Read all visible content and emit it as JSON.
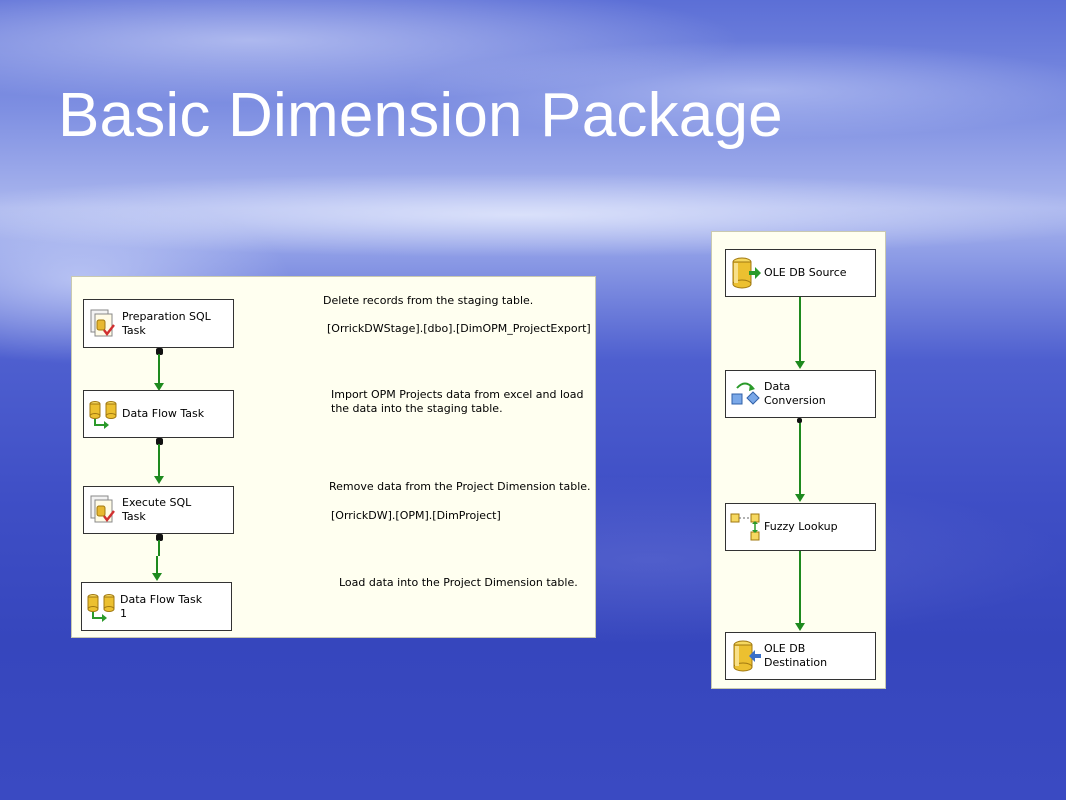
{
  "slide": {
    "title": "Basic Dimension Package"
  },
  "control_flow": {
    "tasks": [
      {
        "label": "Preparation SQL\nTask",
        "icon": "sql-task-icon"
      },
      {
        "label": "Data Flow Task",
        "icon": "data-flow-task-icon"
      },
      {
        "label": "Execute SQL\nTask",
        "icon": "sql-task-icon"
      },
      {
        "label": "Data Flow Task\n1",
        "icon": "data-flow-task-icon"
      }
    ],
    "annotations": [
      "Delete records from the staging table.",
      "[OrrickDWStage].[dbo].[DimOPM_ProjectExport]",
      "Import OPM Projects data from excel and load\nthe data into the staging table.",
      "Remove data from the Project Dimension table.",
      "[OrrickDW].[OPM].[DimProject]",
      "Load data into the Project Dimension table."
    ]
  },
  "data_flow": {
    "components": [
      {
        "label": "OLE DB Source",
        "icon": "ole-db-source-icon"
      },
      {
        "label": "Data\nConversion",
        "icon": "data-conversion-icon"
      },
      {
        "label": "Fuzzy Lookup",
        "icon": "fuzzy-lookup-icon"
      },
      {
        "label": "OLE DB\nDestination",
        "icon": "ole-db-destination-icon"
      }
    ]
  },
  "colors": {
    "connector": "#1e8a1e",
    "panel_background": "#fffff0"
  }
}
